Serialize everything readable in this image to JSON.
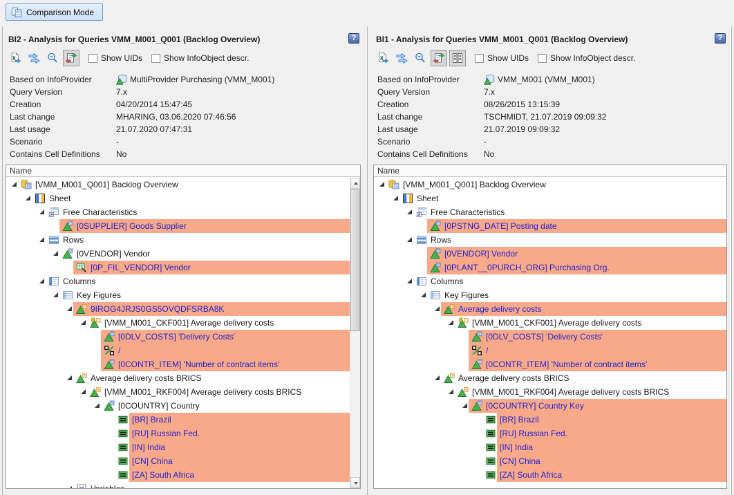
{
  "comparison_button": {
    "label": "Comparison Mode"
  },
  "help_glyph": "?",
  "colors": {
    "highlight": "#f7a98a",
    "link_text": "#2323cd",
    "panel_bg": "#f0f0f0",
    "tree_border": "#9a9a9a",
    "button_bg": "#cfe2f4",
    "button_border": "#70a0cc"
  },
  "panels": [
    {
      "id": "BI2",
      "title": "BI2 - Analysis for Queries VMM_M001_Q001 (Backlog Overview)",
      "toolbar": {
        "icons": [
          {
            "name": "excel-export-icon",
            "pressed": false
          },
          {
            "name": "swap-queries-icon",
            "pressed": false
          },
          {
            "name": "zoom-out-icon",
            "pressed": false
          },
          {
            "name": "compare-icon",
            "pressed": true
          }
        ],
        "checkboxes": [
          {
            "label": "Show UIDs",
            "checked": false
          },
          {
            "label": "Show InfoObject descr.",
            "checked": false
          }
        ]
      },
      "info": [
        {
          "label": "Based on InfoProvider",
          "value": "MultiProvider Purchasing (VMM_M001)",
          "icon": "infoprovider-icon"
        },
        {
          "label": "Query Version",
          "value": "7.x"
        },
        {
          "label": "Creation",
          "value": "04/20/2014 15:47:45"
        },
        {
          "label": "Last change",
          "value": "MHARING, 03.06.2020 07:46:56"
        },
        {
          "label": "Last usage",
          "value": "21.07.2020 07:47:31"
        },
        {
          "label": "Scenario",
          "value": "-"
        },
        {
          "label": "Contains Cell Definitions",
          "value": "No"
        }
      ],
      "tree": {
        "header": "Name",
        "scrollbar": true,
        "rows": [
          {
            "level": 0,
            "expander": true,
            "icon": "query-icon",
            "text": "[VMM_M001_Q001] Backlog Overview"
          },
          {
            "level": 1,
            "expander": true,
            "icon": "sheet-icon",
            "text": "Sheet"
          },
          {
            "level": 2,
            "expander": true,
            "icon": "free-characteristics-icon",
            "text": "Free Characteristics"
          },
          {
            "level": 3,
            "expander": false,
            "icon": "characteristic-icon",
            "text": "[0SUPPLIER] Goods Supplier",
            "hl": "icon",
            "blue": true
          },
          {
            "level": 2,
            "expander": true,
            "icon": "rows-icon",
            "text": "Rows"
          },
          {
            "level": 3,
            "expander": true,
            "icon": "characteristic-icon",
            "text": "[0VENDOR] Vendor"
          },
          {
            "level": 4,
            "expander": false,
            "icon": "variable-icon",
            "text": "[0P_FIL_VENDOR] Vendor",
            "hl": "icon",
            "blue": true
          },
          {
            "level": 2,
            "expander": true,
            "icon": "columns-icon",
            "text": "Columns"
          },
          {
            "level": 3,
            "expander": true,
            "icon": "key-figures-icon",
            "text": "Key Figures"
          },
          {
            "level": 4,
            "expander": true,
            "icon": "restricted-kf-icon",
            "text": "9IROG4JRJS0GS5OVQDFSRBA8K",
            "hl": "icon",
            "blue": true
          },
          {
            "level": 5,
            "expander": true,
            "icon": "calculated-kf-icon",
            "text": "[VMM_M001_CKF001] Average delivery costs"
          },
          {
            "level": 6,
            "expander": false,
            "icon": "characteristic-icon",
            "text": "[0DLV_COSTS] 'Delivery Costs'",
            "hl": "icon",
            "blue": true
          },
          {
            "level": 6,
            "expander": false,
            "icon": "operator-icon",
            "text": "/",
            "hl": "icon",
            "blue": true
          },
          {
            "level": 6,
            "expander": false,
            "icon": "characteristic-icon",
            "text": "[0CONTR_ITEM] 'Number of contract items'",
            "hl": "icon",
            "blue": true
          },
          {
            "level": 4,
            "expander": true,
            "icon": "restricted-kf-icon",
            "text": "Average delivery costs BRICS"
          },
          {
            "level": 5,
            "expander": true,
            "icon": "restricted-kf-icon",
            "text": "[VMM_M001_RKF004] Average delivery costs BRICS"
          },
          {
            "level": 6,
            "expander": true,
            "icon": "characteristic-icon",
            "text": "[0COUNTRY] Country"
          },
          {
            "level": 7,
            "expander": false,
            "icon": "value-icon",
            "text": "[BR] Brazil",
            "hl": "text",
            "blue": true
          },
          {
            "level": 7,
            "expander": false,
            "icon": "value-icon",
            "text": "[RU] Russian Fed.",
            "hl": "text",
            "blue": true
          },
          {
            "level": 7,
            "expander": false,
            "icon": "value-icon",
            "text": "[IN] India",
            "hl": "text",
            "blue": true
          },
          {
            "level": 7,
            "expander": false,
            "icon": "value-icon",
            "text": "[CN] China",
            "hl": "text",
            "blue": true
          },
          {
            "level": 7,
            "expander": false,
            "icon": "value-icon",
            "text": "[ZA] South Africa",
            "hl": "text",
            "blue": true
          },
          {
            "level": 4,
            "expander": true,
            "icon": "variables-icon",
            "text": "Variables"
          }
        ]
      }
    },
    {
      "id": "BI1",
      "title": "BI1 - Analysis for Queries VMM_M001_Q001 (Backlog Overview)",
      "toolbar": {
        "icons": [
          {
            "name": "excel-export-icon",
            "pressed": false
          },
          {
            "name": "swap-queries-icon",
            "pressed": false
          },
          {
            "name": "zoom-out-icon",
            "pressed": false
          },
          {
            "name": "compare-icon",
            "pressed": true
          },
          {
            "name": "side-by-side-icon",
            "pressed": true
          }
        ],
        "checkboxes": [
          {
            "label": "Show UIDs",
            "checked": false
          },
          {
            "label": "Show InfoObject descr.",
            "checked": false
          }
        ]
      },
      "info": [
        {
          "label": "Based on InfoProvider",
          "value": "VMM_M001 (VMM_M001)",
          "icon": "infoprovider-icon"
        },
        {
          "label": "Query Version",
          "value": "7.x"
        },
        {
          "label": "Creation",
          "value": "08/26/2015 13:15:39"
        },
        {
          "label": "Last change",
          "value": "TSCHMIDT, 21.07.2019 09:09:32"
        },
        {
          "label": "Last usage",
          "value": "21.07.2019 09:09:32"
        },
        {
          "label": "Scenario",
          "value": "-"
        },
        {
          "label": "Contains Cell Definitions",
          "value": "No"
        }
      ],
      "tree": {
        "header": "Name",
        "scrollbar": false,
        "rows": [
          {
            "level": 0,
            "expander": true,
            "icon": "query-icon",
            "text": "[VMM_M001_Q001] Backlog Overview"
          },
          {
            "level": 1,
            "expander": true,
            "icon": "sheet-icon",
            "text": "Sheet"
          },
          {
            "level": 2,
            "expander": true,
            "icon": "free-characteristics-icon",
            "text": "Free Characteristics"
          },
          {
            "level": 3,
            "expander": false,
            "icon": "characteristic-icon",
            "text": "[0PSTNG_DATE] Posting date",
            "hl": "icon",
            "blue": true
          },
          {
            "level": 2,
            "expander": true,
            "icon": "rows-icon",
            "text": "Rows"
          },
          {
            "level": 3,
            "expander": false,
            "icon": "characteristic-icon",
            "text": "[0VENDOR] Vendor",
            "hl": "icon",
            "blue": true
          },
          {
            "level": 3,
            "expander": false,
            "icon": "characteristic-icon",
            "text": "[0PLANT__0PURCH_ORG] Purchasing Org.",
            "hl": "icon",
            "blue": true
          },
          {
            "level": 2,
            "expander": true,
            "icon": "columns-icon",
            "text": "Columns"
          },
          {
            "level": 3,
            "expander": true,
            "icon": "key-figures-icon",
            "text": "Key Figures"
          },
          {
            "level": 4,
            "expander": true,
            "icon": "restricted-kf-icon",
            "text": "Average delivery costs",
            "hl": "icon",
            "blue": true
          },
          {
            "level": 5,
            "expander": true,
            "icon": "calculated-kf-icon",
            "text": "[VMM_M001_CKF001] Average delivery costs"
          },
          {
            "level": 6,
            "expander": false,
            "icon": "characteristic-icon",
            "text": "[0DLV_COSTS] 'Delivery Costs'",
            "hl": "icon",
            "blue": true
          },
          {
            "level": 6,
            "expander": false,
            "icon": "operator-icon",
            "text": "/",
            "hl": "icon",
            "blue": true
          },
          {
            "level": 6,
            "expander": false,
            "icon": "characteristic-icon",
            "text": "[0CONTR_ITEM] 'Number of contract items'",
            "hl": "icon",
            "blue": true
          },
          {
            "level": 4,
            "expander": true,
            "icon": "restricted-kf-icon",
            "text": "Average delivery costs BRICS"
          },
          {
            "level": 5,
            "expander": true,
            "icon": "restricted-kf-icon",
            "text": "[VMM_M001_RKF004] Average delivery costs BRICS"
          },
          {
            "level": 6,
            "expander": true,
            "icon": "characteristic-icon",
            "text": "[0COUNTRY] Country Key",
            "hl": "icon",
            "blue": true
          },
          {
            "level": 7,
            "expander": false,
            "icon": "value-icon",
            "text": "[BR] Brazil",
            "hl": "text",
            "blue": true
          },
          {
            "level": 7,
            "expander": false,
            "icon": "value-icon",
            "text": "[RU] Russian Fed.",
            "hl": "text",
            "blue": true
          },
          {
            "level": 7,
            "expander": false,
            "icon": "value-icon",
            "text": "[IN] India",
            "hl": "text",
            "blue": true
          },
          {
            "level": 7,
            "expander": false,
            "icon": "value-icon",
            "text": "[CN] China",
            "hl": "text",
            "blue": true
          },
          {
            "level": 7,
            "expander": false,
            "icon": "value-icon",
            "text": "[ZA] South Africa",
            "hl": "text",
            "blue": true
          }
        ]
      }
    }
  ]
}
